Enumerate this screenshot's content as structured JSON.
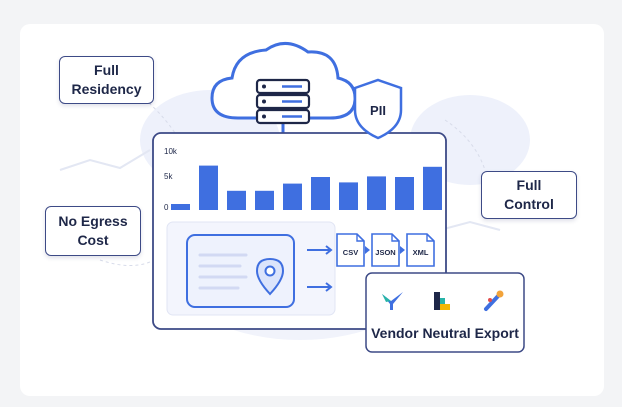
{
  "badges": {
    "full_residency": "Full\nResidency",
    "no_egress_cost": "No Egress\nCost",
    "full_control": "Full\nControl"
  },
  "pii_label": "PII",
  "export_formats": [
    "CSV",
    "JSON",
    "XML"
  ],
  "vendor_export_label": "Vendor Neutral Export",
  "colors": {
    "accent": "#3f6fe0",
    "outline": "#3d4a86",
    "text": "#1e2748",
    "bar": "#3f6fe0"
  },
  "icons": [
    "cloud-icon",
    "server-icon",
    "pii-shield-icon",
    "location-pin-icon",
    "csv-file-icon",
    "json-file-icon",
    "xml-file-icon",
    "vendor-logo-icon"
  ],
  "chart_data": {
    "type": "bar",
    "y_ticks": [
      "10k",
      "5k",
      "0"
    ],
    "ylim": [
      0,
      10000
    ],
    "values": [
      1000,
      7400,
      3200,
      3200,
      4400,
      5500,
      4600,
      5600,
      5500,
      7200
    ],
    "grid": false
  }
}
